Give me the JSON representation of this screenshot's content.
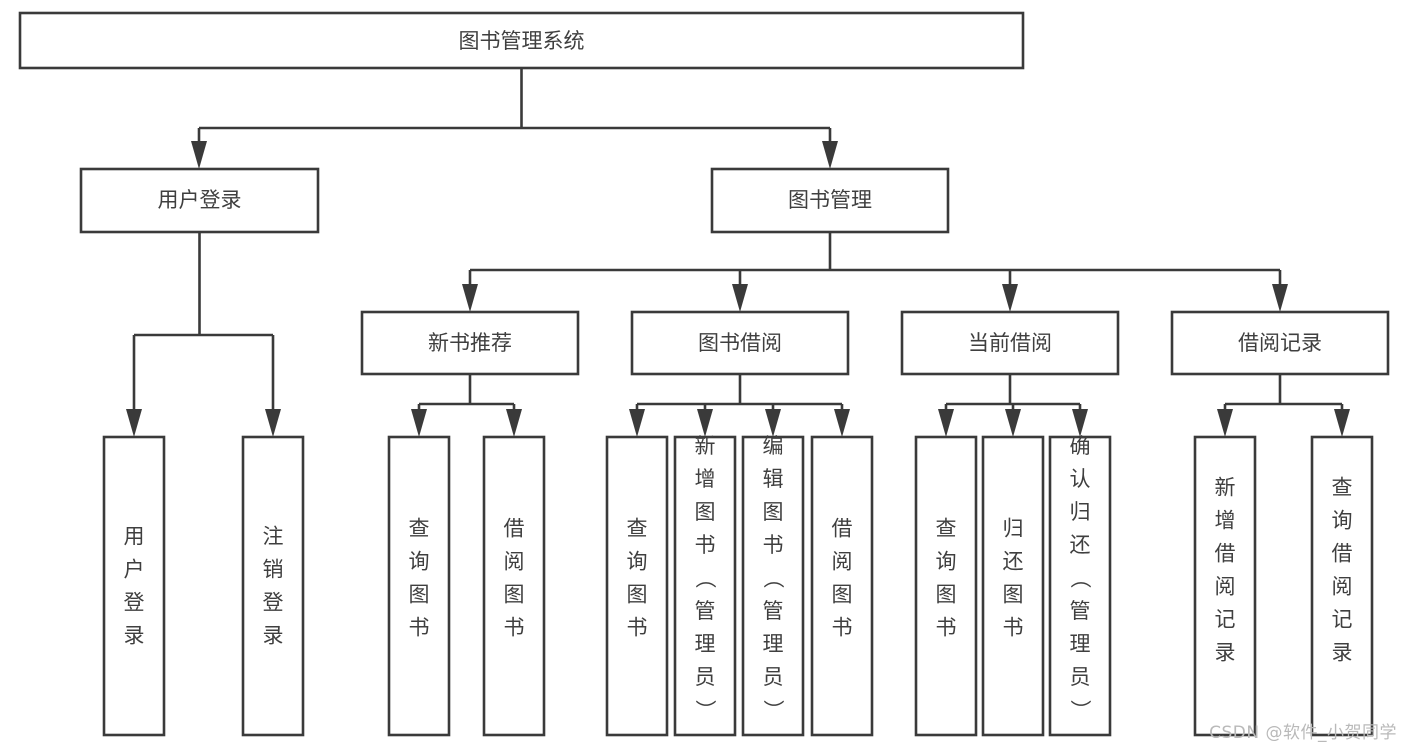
{
  "diagram": {
    "type": "tree-hierarchy",
    "title": "图书管理系统",
    "root": {
      "label": "图书管理系统"
    },
    "level2": [
      {
        "label": "用户登录"
      },
      {
        "label": "图书管理"
      }
    ],
    "level3": [
      {
        "label": "新书推荐"
      },
      {
        "label": "图书借阅"
      },
      {
        "label": "当前借阅"
      },
      {
        "label": "借阅记录"
      }
    ],
    "leaves": {
      "user_login": [
        {
          "label": "用户登录"
        },
        {
          "label": "注销登录"
        }
      ],
      "new_book_recommend": [
        {
          "label": "查询图书"
        },
        {
          "label": "借阅图书"
        }
      ],
      "book_borrow": [
        {
          "label": "查询图书"
        },
        {
          "label": "新增图书（管理员）"
        },
        {
          "label": "编辑图书（管理员）"
        },
        {
          "label": "借阅图书"
        }
      ],
      "current_borrow": [
        {
          "label": "查询图书"
        },
        {
          "label": "归还图书"
        },
        {
          "label": "确认归还（管理员）"
        }
      ],
      "borrow_records": [
        {
          "label": "新增借阅记录"
        },
        {
          "label": "查询借阅记录"
        }
      ]
    }
  },
  "watermark": {
    "text": "CSDN @软件_小贺同学"
  },
  "colors": {
    "stroke": "#3a3a3a",
    "text": "#3f3f3f",
    "box_fill": "#ffffff",
    "background": "#ffffff",
    "watermark": "#b9b9b9"
  }
}
